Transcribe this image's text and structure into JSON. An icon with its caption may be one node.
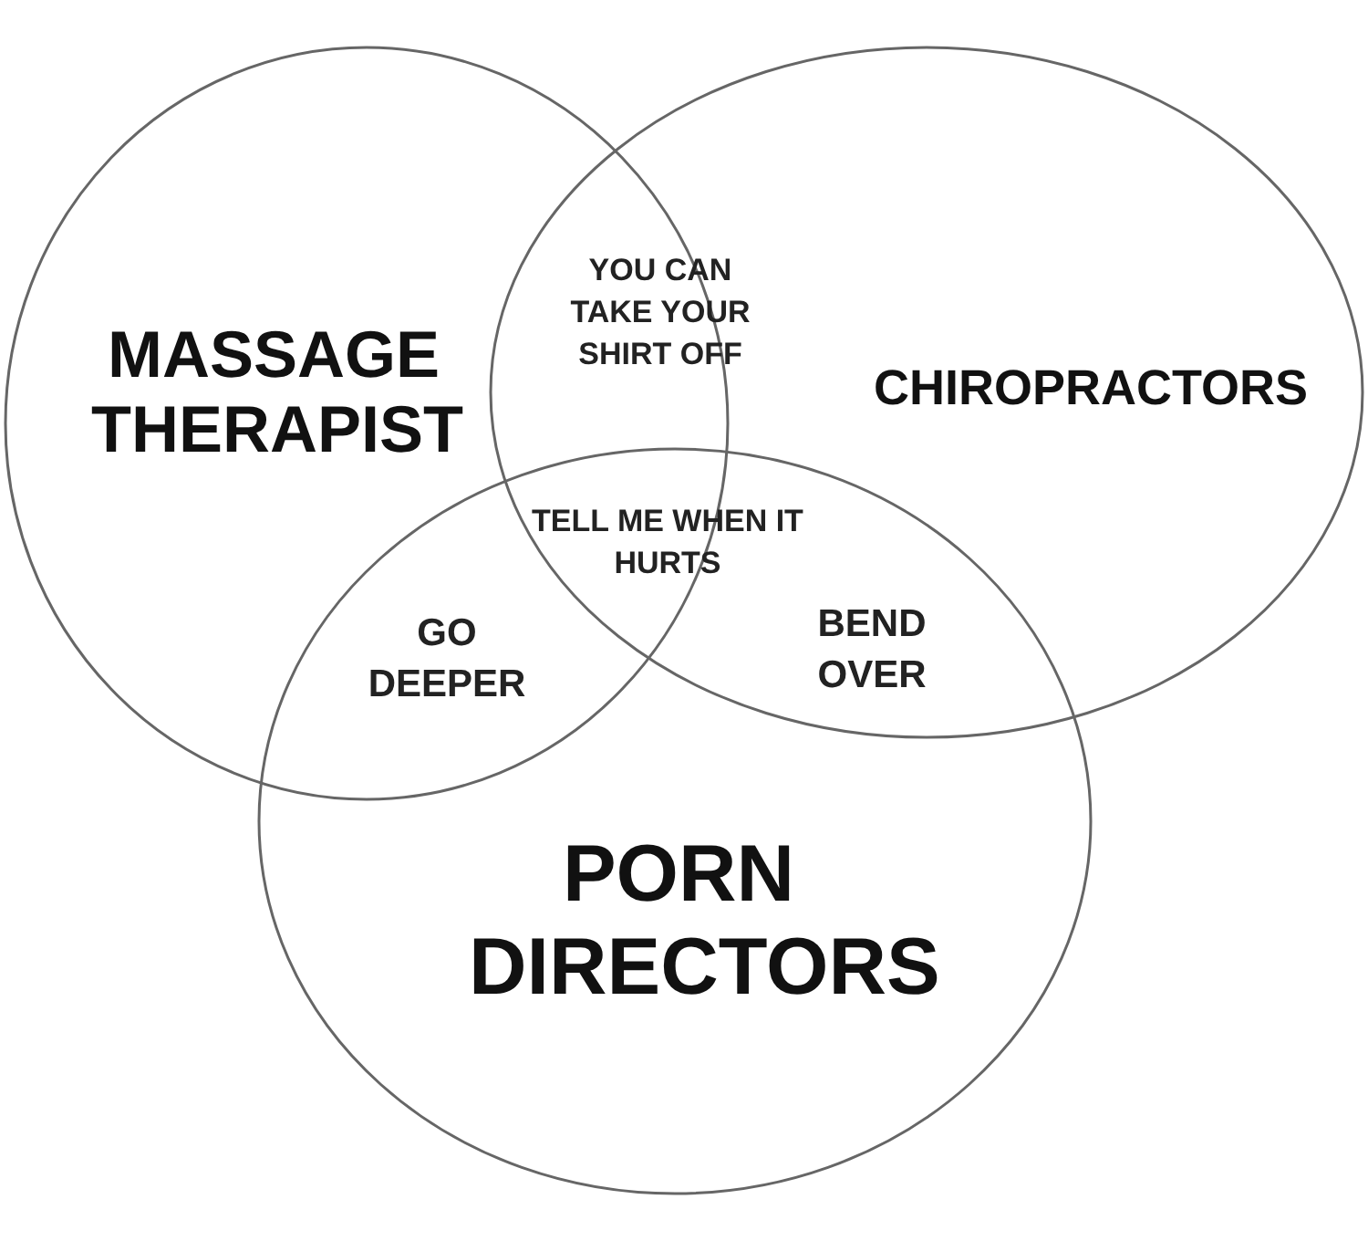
{
  "diagram": {
    "nodes": [
      {
        "text": [
          "MASSAGE THERAPIST"
        ]
      },
      {
        "text": [
          "CHIROPRACTORS"
        ]
      },
      {
        "text": [
          "PORN DIRECTORS"
        ]
      }
    ],
    "labels": [
      "YOU CAN TAKE YOUR SHIRT OFF",
      "TELL ME WHEN IT HURTS",
      "GO DEEPER",
      "BEND OVER"
    ]
  }
}
